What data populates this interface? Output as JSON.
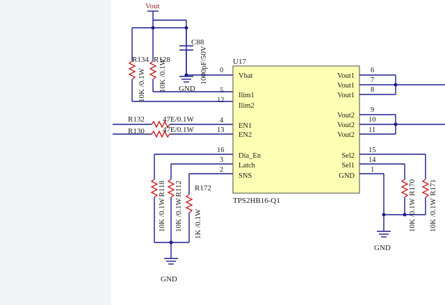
{
  "nets": {
    "vout": "Vout",
    "gnd": "GND"
  },
  "ic": {
    "ref": "U17",
    "part": "TPS2HB16-Q1",
    "left_pins": [
      {
        "num": "0",
        "name": "Vbat"
      },
      {
        "num": "5",
        "name": "Ilim1"
      },
      {
        "num": "12",
        "name": "Ilim2"
      },
      {
        "num": "4",
        "name": "EN1"
      },
      {
        "num": "13",
        "name": "EN2"
      },
      {
        "num": "16",
        "name": "Dia_En"
      },
      {
        "num": "3",
        "name": "Latch"
      },
      {
        "num": "2",
        "name": "SNS"
      }
    ],
    "right_pins": [
      {
        "num": "6",
        "name": "Vout1"
      },
      {
        "num": "7",
        "name": "Vout1"
      },
      {
        "num": "8",
        "name": "Vout1"
      },
      {
        "num": "9",
        "name": "Vout2"
      },
      {
        "num": "10",
        "name": "Vout2"
      },
      {
        "num": "11",
        "name": "Vout2"
      },
      {
        "num": "15",
        "name": "Sel2"
      },
      {
        "num": "14",
        "name": "Sel1"
      },
      {
        "num": "1",
        "name": "GND"
      }
    ]
  },
  "components": {
    "c88": {
      "ref": "C88",
      "value": "1000pF/50V"
    },
    "r134": {
      "ref": "R134",
      "value": "10K /0.1W"
    },
    "r128": {
      "ref": "R128",
      "value": "10K /0.1W"
    },
    "r132": {
      "ref": "R132",
      "value": "47E/0.1W"
    },
    "r130": {
      "ref": "R130",
      "value": "47E/0.1W"
    },
    "r118": {
      "ref": "R118",
      "value": "10K /0.1W"
    },
    "r112": {
      "ref": "R112",
      "value": "10K /0.1W"
    },
    "r172": {
      "ref": "R172",
      "value": "1K /0.1W"
    },
    "r170": {
      "ref": "R170",
      "value": "10K /0.1W"
    },
    "r171": {
      "ref": "R171",
      "value": "10K /0.1W"
    }
  },
  "colors": {
    "wire": "#1a1a8c",
    "net_label": "#9b1c1c",
    "ic_fill": "#ffffb4",
    "resistor": "#c81e1e"
  }
}
